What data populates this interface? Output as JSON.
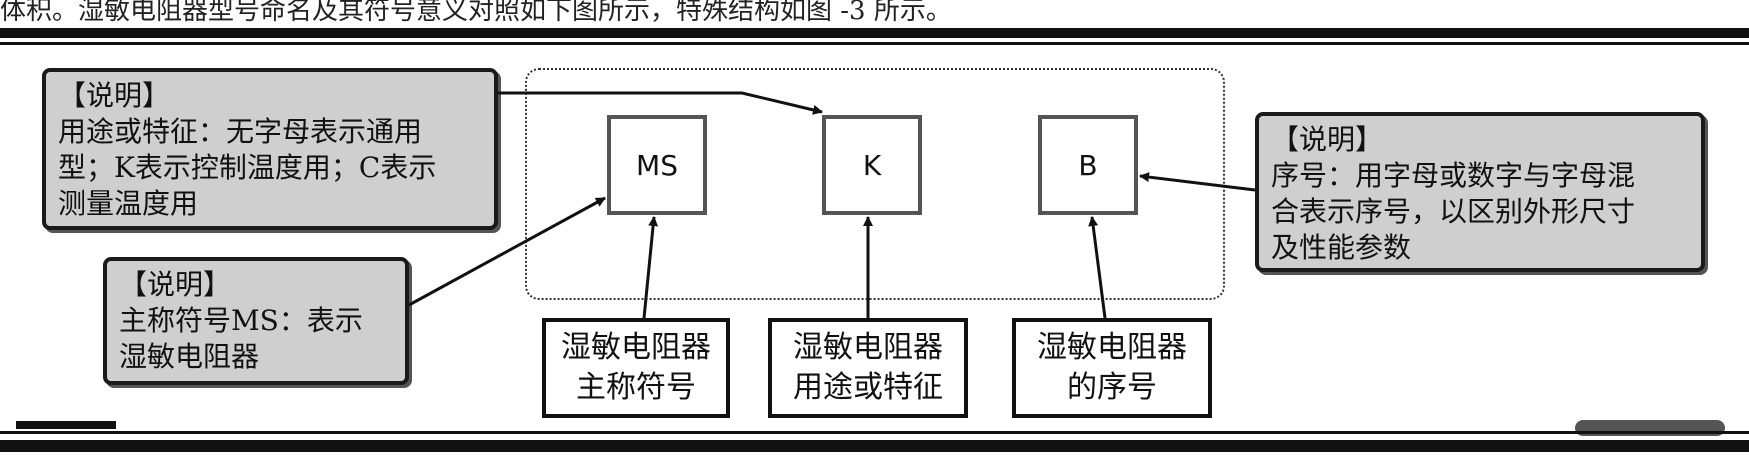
{
  "header_text": "体积。湿敏电阻器型号命名及其符号意义对照如下图所示，特殊结构如图 -3 所示。",
  "codes": {
    "ms": "MS",
    "k": "K",
    "b": "B"
  },
  "notes": {
    "k": {
      "title": "【说明】",
      "lines": [
        "用途或特征：无字母表示通用",
        "型；K表示控制温度用；C表示",
        "测量温度用"
      ]
    },
    "ms": {
      "title": "【说明】",
      "lines": [
        "主称符号MS：表示",
        "湿敏电阻器"
      ]
    },
    "b": {
      "title": "【说明】",
      "lines": [
        "序号：用字母或数字与字母混",
        "合表示序号，以区别外形尺寸",
        "及性能参数"
      ]
    }
  },
  "labels": {
    "ms": [
      "湿敏电阻器",
      "主称符号"
    ],
    "k": [
      "湿敏电阻器",
      "用途或特征"
    ],
    "b": [
      "湿敏电阻器",
      "的序号"
    ]
  }
}
